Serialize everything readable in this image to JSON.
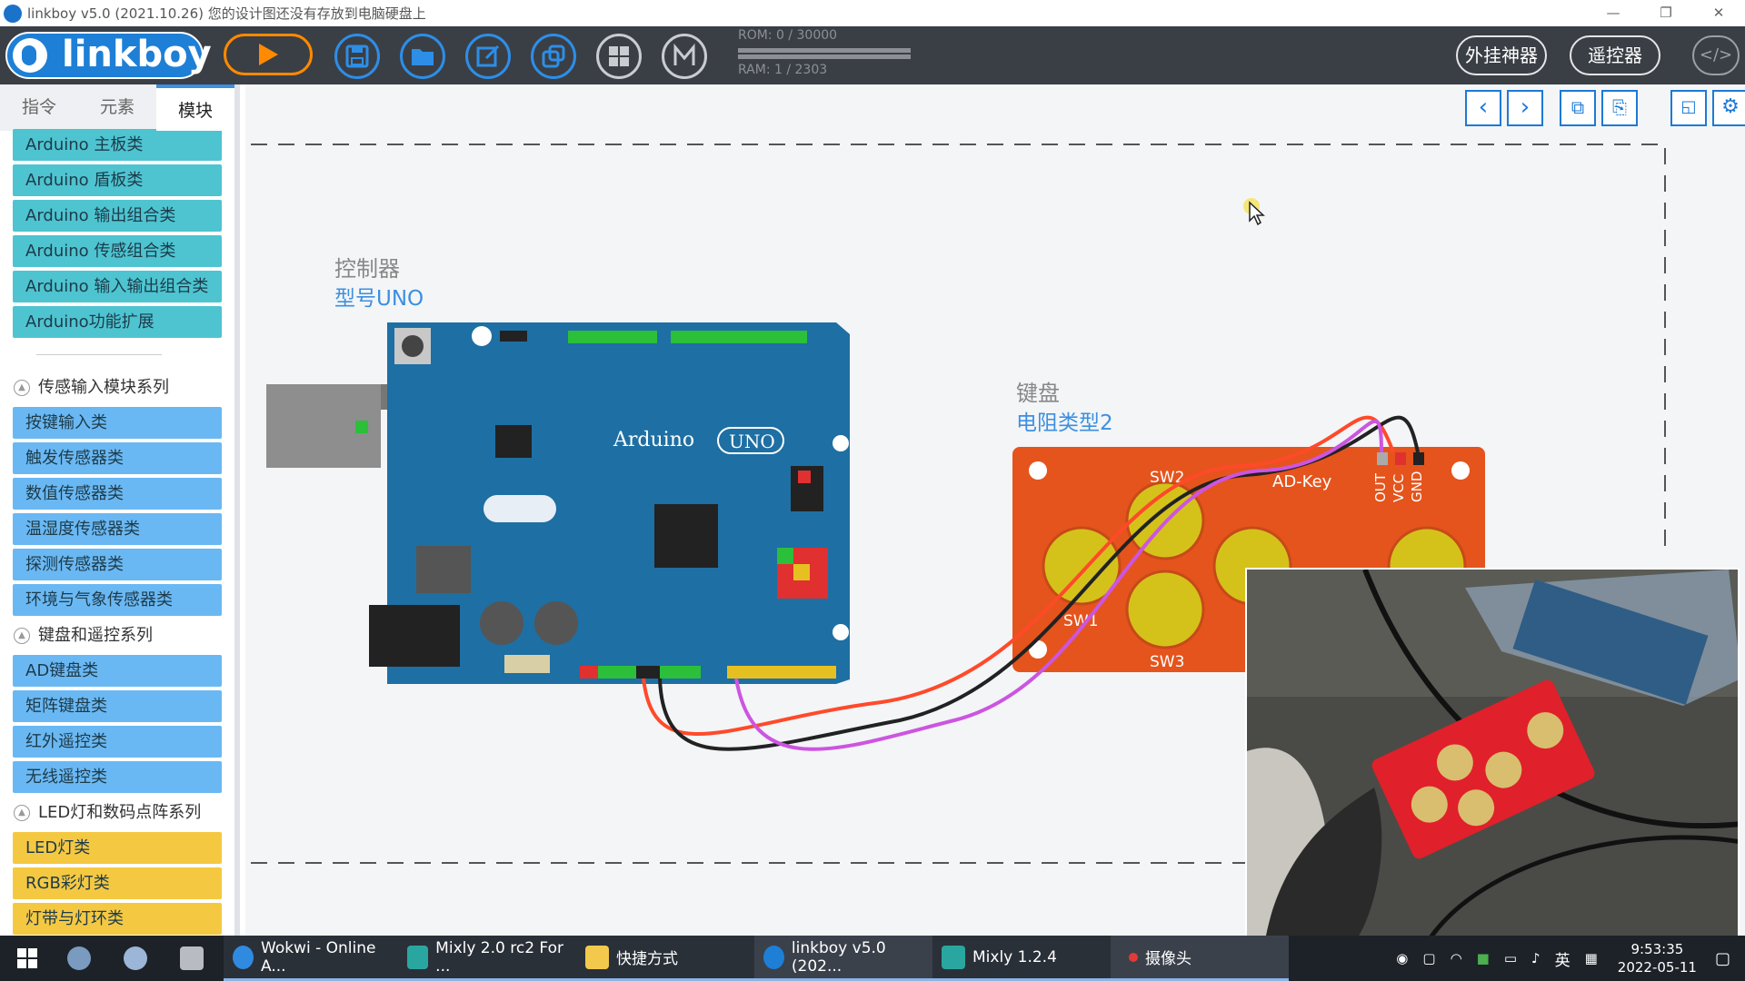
{
  "window": {
    "title": "linkboy v5.0 (2021.10.26) 您的设计图还没有存放到电脑硬盘上"
  },
  "toolbar": {
    "logo": "linkboy",
    "rom": "ROM: 0 / 30000",
    "ram": "RAM: 1 / 2303",
    "plugin_label": "外挂神器",
    "remote_label": "遥控器",
    "code_label": "</>"
  },
  "sidebar": {
    "tabs": [
      "指令",
      "元素",
      "模块"
    ],
    "active_tab": "模块",
    "arduino": [
      "Arduino 主板类",
      "Arduino 盾板类",
      "Arduino 输出组合类",
      "Arduino 传感组合类",
      "Arduino 输入输出组合类",
      "Arduino功能扩展"
    ],
    "group_sensor": "传感输入模块系列",
    "sensor": [
      "按键输入类",
      "触发传感器类",
      "数值传感器类",
      "温湿度传感器类",
      "探测传感器类",
      "环境与气象传感器类"
    ],
    "group_keyboard": "键盘和遥控系列",
    "keyboard": [
      "AD键盘类",
      "矩阵键盘类",
      "红外遥控类",
      "无线遥控类"
    ],
    "group_led": "LED灯和数码点阵系列",
    "led": [
      "LED灯类",
      "RGB彩灯类",
      "灯带与灯环类"
    ]
  },
  "canvas": {
    "controller_label": "控制器",
    "controller_model": "型号UNO",
    "keyboard_label": "键盘",
    "keyboard_model": "电阻类型2",
    "board_text": "Arduino",
    "board_uno": "UNO",
    "adkey_title": "AD-Key",
    "adkey_pins": [
      "OUT",
      "VCC",
      "GND"
    ],
    "adkey_keys": [
      "SW1",
      "SW2",
      "SW3"
    ]
  },
  "colors": {
    "accent": "#1e7fd6",
    "run": "#ff8a00",
    "board": "#1e6fa3",
    "adkey": "#e5541c",
    "key": "#d4c21a"
  },
  "taskbar": {
    "items": [
      "Wokwi - Online A...",
      "Mixly 2.0 rc2 For ...",
      "快捷方式",
      "linkboy v5.0 (202...",
      "Mixly 1.2.4",
      "摄像头"
    ],
    "ime": "英",
    "time": "9:53:35",
    "date": "2022-05-11"
  }
}
